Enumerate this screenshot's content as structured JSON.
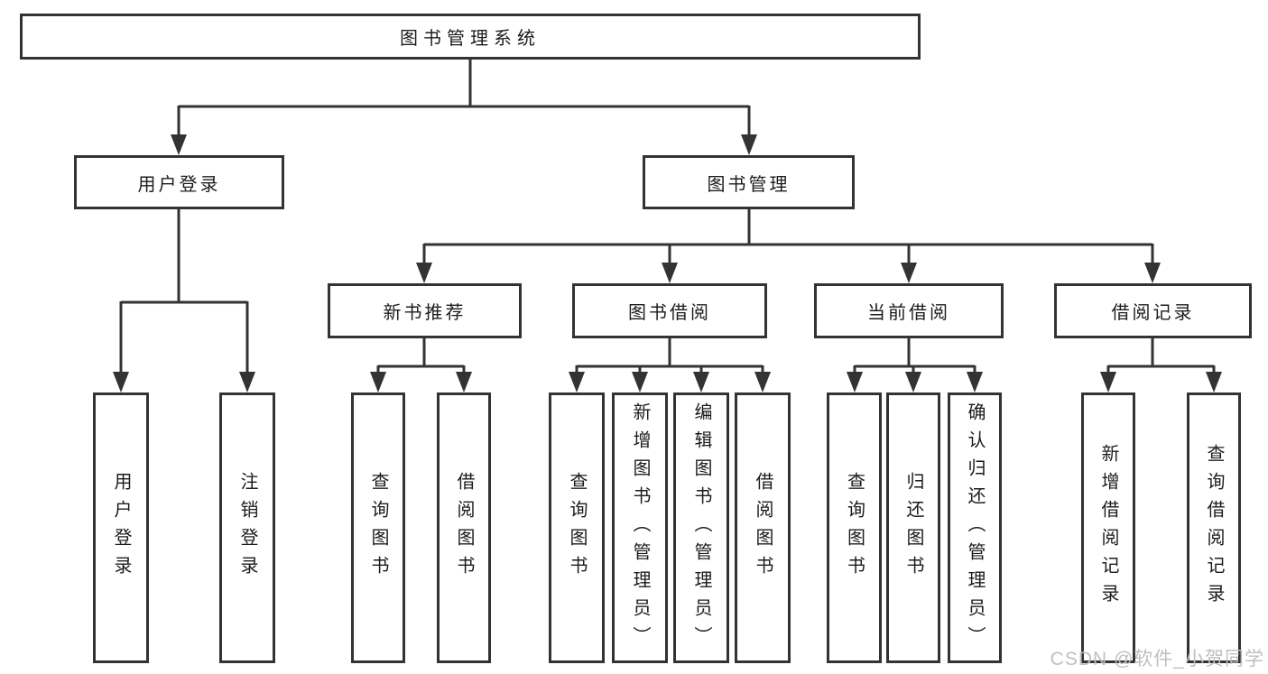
{
  "diagram_title": "图书管理系统",
  "nodes": {
    "root": "图书管理系统",
    "user_login": "用户登录",
    "book_mgmt": "图书管理",
    "new_book_rec": "新书推荐",
    "book_borrow": "图书借阅",
    "current_borrow": "当前借阅",
    "borrow_records": "借阅记录",
    "leaf_user_login": "用户登录",
    "leaf_logout": "注销登录",
    "leaf_rec_query_book": "查询图书",
    "leaf_rec_borrow_book": "借阅图书",
    "leaf_bb_query_book": "查询图书",
    "leaf_bb_add_book": "新增图书（管理员）",
    "leaf_bb_edit_book": "编辑图书（管理员）",
    "leaf_bb_borrow_book": "借阅图书",
    "leaf_cb_query_book": "查询图书",
    "leaf_cb_return_book": "归还图书",
    "leaf_cb_confirm_return": "确认归还（管理员）",
    "leaf_br_add_record": "新增借阅记录",
    "leaf_br_query_record": "查询借阅记录"
  },
  "edges": [
    "图书管理系统→用户登录",
    "图书管理系统→图书管理",
    "用户登录→用户登录",
    "用户登录→注销登录",
    "图书管理→新书推荐",
    "图书管理→图书借阅",
    "图书管理→当前借阅",
    "图书管理→借阅记录",
    "新书推荐→查询图书",
    "新书推荐→借阅图书",
    "图书借阅→查询图书",
    "图书借阅→新增图书（管理员）",
    "图书借阅→编辑图书（管理员）",
    "图书借阅→借阅图书",
    "当前借阅→查询图书",
    "当前借阅→归还图书",
    "当前借阅→确认归还（管理员）",
    "借阅记录→新增借阅记录",
    "借阅记录→查询借阅记录"
  ],
  "watermark": "CSDN @软件_小贺同学",
  "colors": {
    "line": "#333333",
    "border": "#333333",
    "text": "#1c1c1c",
    "watermark": "#bfbfbf",
    "background": "#ffffff"
  }
}
